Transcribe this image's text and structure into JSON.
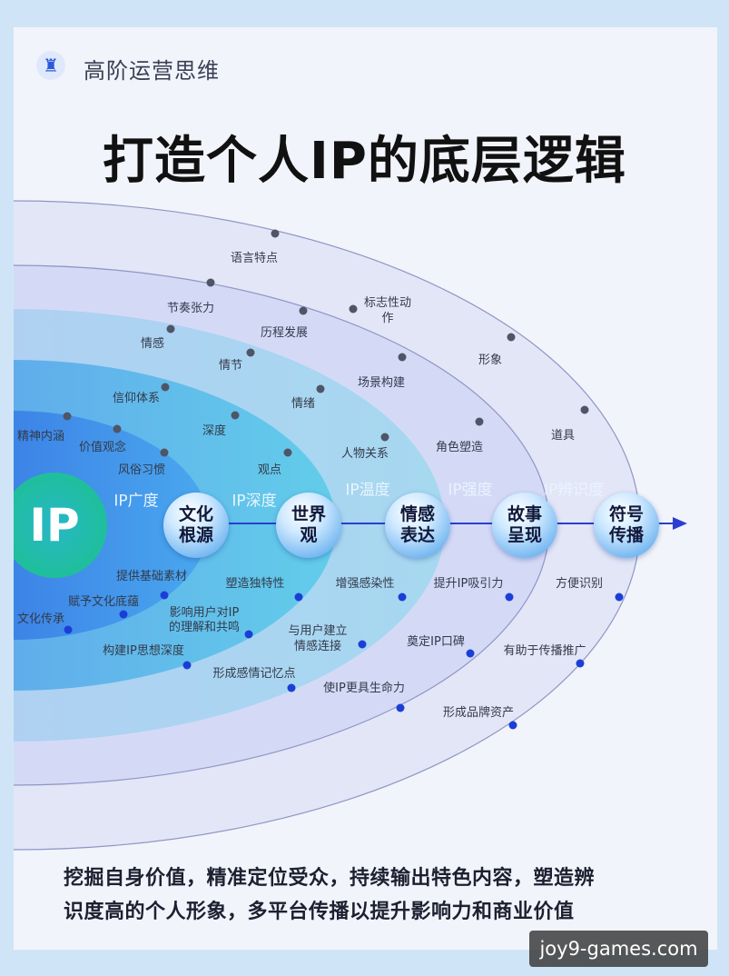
{
  "header": {
    "brand": "高阶运营思维",
    "logo_icon": "chess-rook-icon"
  },
  "title": "打造个人IP的底层逻辑",
  "core": "IP",
  "sections": [
    "IP广度",
    "IP深度",
    "IP温度",
    "IP强度",
    "IP辨识度"
  ],
  "nodes": [
    [
      "文化",
      "根源"
    ],
    [
      "世界",
      "观"
    ],
    [
      "情感",
      "表达"
    ],
    [
      "故事",
      "呈现"
    ],
    [
      "符号",
      "传播"
    ]
  ],
  "top_labels": [
    "语言特点",
    "节奏张力",
    "标志性动",
    "作",
    "历程发展",
    "情感",
    "情节",
    "形象",
    "场景构建",
    "信仰体系",
    "情绪",
    "道具",
    "精神内涵",
    "深度",
    "价值观念",
    "角色塑造",
    "人物关系",
    "风俗习惯",
    "观点"
  ],
  "bottom_labels": [
    "提供基础素材",
    "塑造独特性",
    "增强感染性",
    "提升IP吸引力",
    "方便识别",
    "赋予文化底蕴",
    "文化传承",
    "影响用户对IP",
    "的理解和共鸣",
    "与用户建立",
    "情感连接",
    "奠定IP口碑",
    "有助于传播推广",
    "构建IP思想深度",
    "形成感情记忆点",
    "使IP更具生命力",
    "形成品牌资产"
  ],
  "summary": [
    "挖掘自身价值，精准定位受众，持续输出特色内容，塑造辨",
    "识度高的个人形象，多平台传播以提升影响力和商业价值"
  ],
  "watermark": "joy9-games.com",
  "colors": {
    "top_dot": "#4f5567",
    "bottom_dot": "#1b3fd6",
    "arrow": "#2a3fd0"
  }
}
